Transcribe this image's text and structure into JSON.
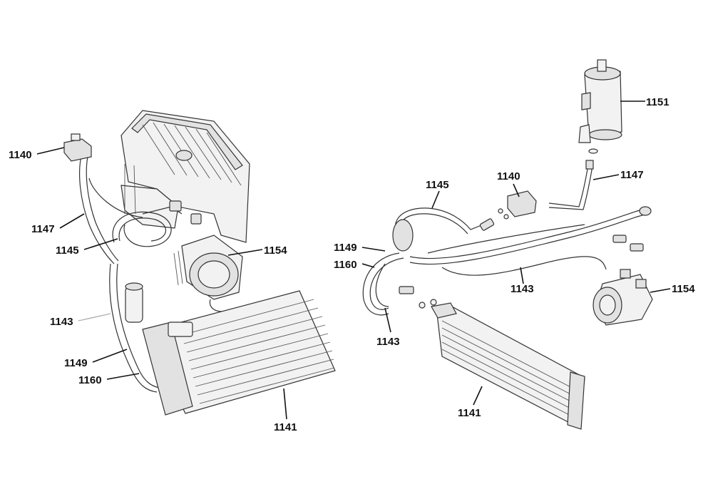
{
  "left_assembly": {
    "callouts": [
      {
        "id": "l-1140",
        "text": "1140"
      },
      {
        "id": "l-1147",
        "text": "1147"
      },
      {
        "id": "l-1145",
        "text": "1145"
      },
      {
        "id": "l-1154",
        "text": "1154"
      },
      {
        "id": "l-1143",
        "text": "1143"
      },
      {
        "id": "l-1149",
        "text": "1149"
      },
      {
        "id": "l-1160",
        "text": "1160"
      },
      {
        "id": "l-1141",
        "text": "1141"
      }
    ]
  },
  "right_assembly": {
    "callouts": [
      {
        "id": "r-1151",
        "text": "1151"
      },
      {
        "id": "r-1147",
        "text": "1147"
      },
      {
        "id": "r-1140",
        "text": "1140"
      },
      {
        "id": "r-1145",
        "text": "1145"
      },
      {
        "id": "r-1149",
        "text": "1149"
      },
      {
        "id": "r-1160",
        "text": "1160"
      },
      {
        "id": "r-1143b",
        "text": "1143"
      },
      {
        "id": "r-1154",
        "text": "1154"
      },
      {
        "id": "r-1143",
        "text": "1143"
      },
      {
        "id": "r-1141",
        "text": "1141"
      }
    ]
  }
}
